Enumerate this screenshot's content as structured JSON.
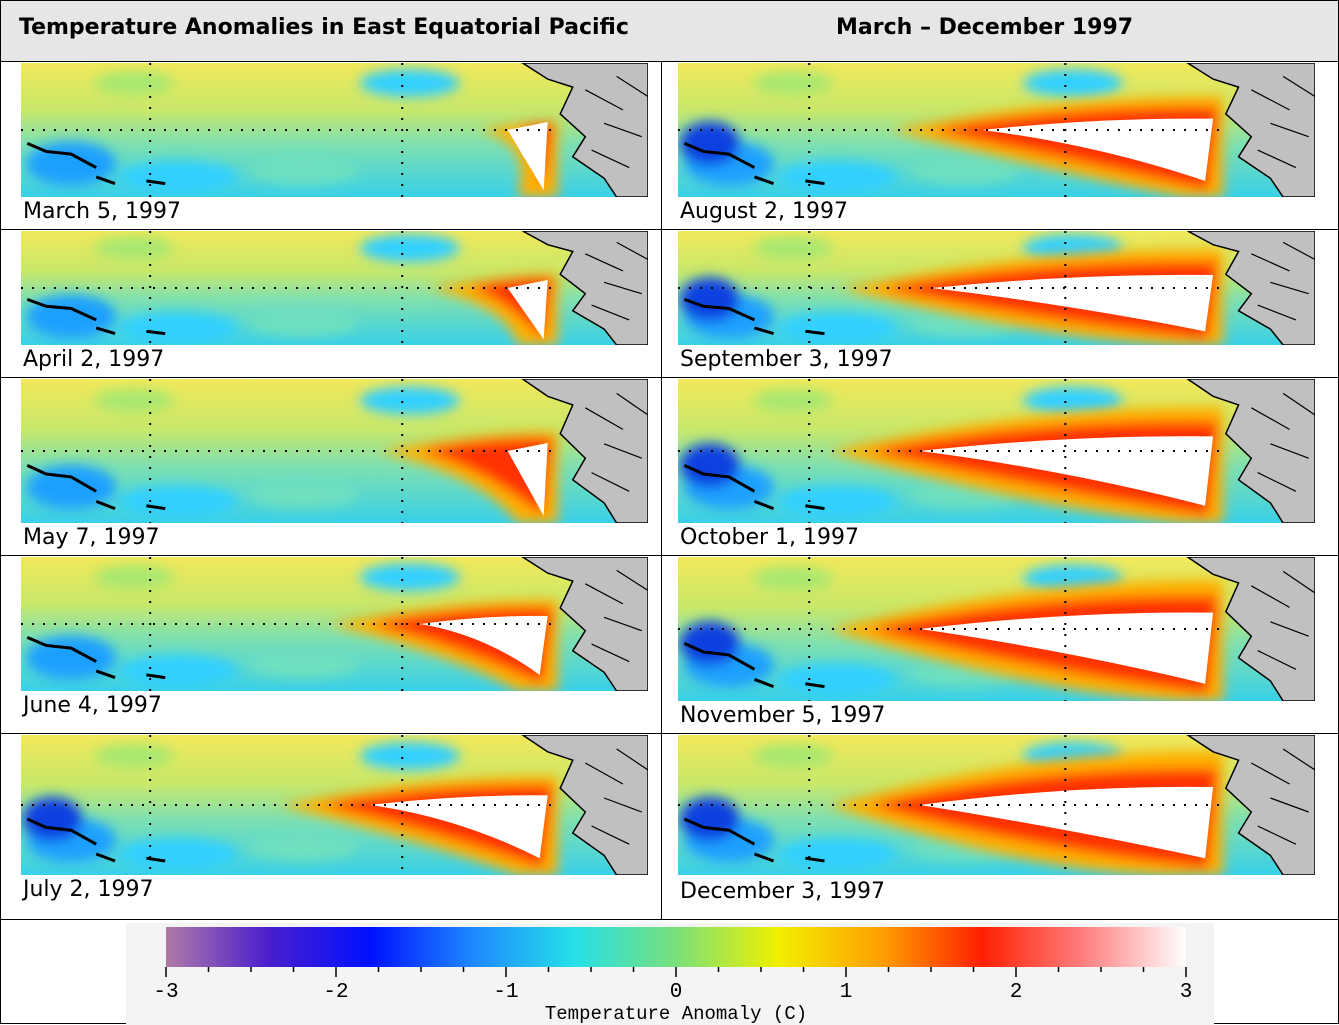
{
  "header": {
    "title": "Temperature Anomalies in East Equatorial Pacific",
    "period": "March – December 1997"
  },
  "panels": [
    {
      "date": "March 5, 1997",
      "stage": 0
    },
    {
      "date": "August 2, 1997",
      "stage": 5
    },
    {
      "date": "April 2, 1997",
      "stage": 1
    },
    {
      "date": "September 3, 1997",
      "stage": 6
    },
    {
      "date": "May 7, 1997",
      "stage": 2
    },
    {
      "date": "October 1, 1997",
      "stage": 7
    },
    {
      "date": "June 4, 1997",
      "stage": 3
    },
    {
      "date": "November 5, 1997",
      "stage": 8
    },
    {
      "date": "July 2, 1997",
      "stage": 4
    },
    {
      "date": "December 3, 1997",
      "stage": 9
    }
  ],
  "legend": {
    "ticks": [
      "-3",
      "-2",
      "-1",
      "0",
      "1",
      "2",
      "3"
    ],
    "label": "Temperature Anomaly (C)",
    "range": [
      -3,
      3
    ],
    "colorstops": [
      "#b07aa8",
      "#4a1ecc",
      "#0010ff",
      "#1e88ff",
      "#25e0e8",
      "#7ae07a",
      "#f0f000",
      "#ffa000",
      "#ff2000",
      "#ff8080",
      "#ffffff"
    ]
  }
}
